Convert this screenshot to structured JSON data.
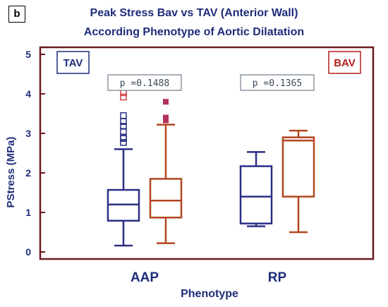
{
  "panel_label": "b",
  "chart_data": {
    "type": "box",
    "title": [
      "Peak Stress Bav vs TAV (Anterior Wall)",
      "According Phenotype of Aortic Dilatation"
    ],
    "xlabel": "Phenotype",
    "ylabel": "PStress (MPa)",
    "ylim": [
      0,
      5
    ],
    "yticks": [
      "0",
      "1",
      "2",
      "3",
      "4",
      "5"
    ],
    "categories": [
      "AAP",
      "RP"
    ],
    "series": [
      {
        "name": "TAV",
        "color": "#2b2f86",
        "boxes": [
          {
            "category": "AAP",
            "whisker_low": 0.16,
            "q1": 0.79,
            "median": 1.2,
            "q3": 1.57,
            "whisker_high": 2.6,
            "outliers": [
              2.77,
              2.87,
              2.9,
              3.05,
              3.18,
              3.3,
              3.45
            ]
          },
          {
            "category": "RP",
            "whisker_low": 0.65,
            "q1": 0.72,
            "median": 1.4,
            "q3": 2.17,
            "whisker_high": 2.53,
            "outliers": []
          }
        ]
      },
      {
        "name": "BAV",
        "color": "#b2461e",
        "boxes": [
          {
            "category": "AAP",
            "whisker_low": 0.22,
            "q1": 0.87,
            "median": 1.3,
            "q3": 1.85,
            "whisker_high": 3.22,
            "outliers": [
              3.33,
              3.4,
              3.8
            ]
          },
          {
            "category": "RP",
            "whisker_low": 0.5,
            "q1": 1.4,
            "median": 2.82,
            "q3": 2.9,
            "whisker_high": 3.07,
            "outliers": []
          }
        ]
      }
    ],
    "far_outliers": [
      {
        "series": "TAV",
        "category": "AAP",
        "values": [
          3.92,
          4.03
        ]
      }
    ],
    "annotations": [
      {
        "category": "AAP",
        "text": "p =0.1488"
      },
      {
        "category": "RP",
        "text": "p =0.1365"
      }
    ],
    "legend": [
      {
        "label": "TAV",
        "color": "#1f2d7a",
        "placement": "top-left"
      },
      {
        "label": "BAV",
        "color": "#b31d1d",
        "placement": "top-right"
      }
    ],
    "frame_color": "#6b1a1a",
    "outlier_color": "#b0305a"
  }
}
